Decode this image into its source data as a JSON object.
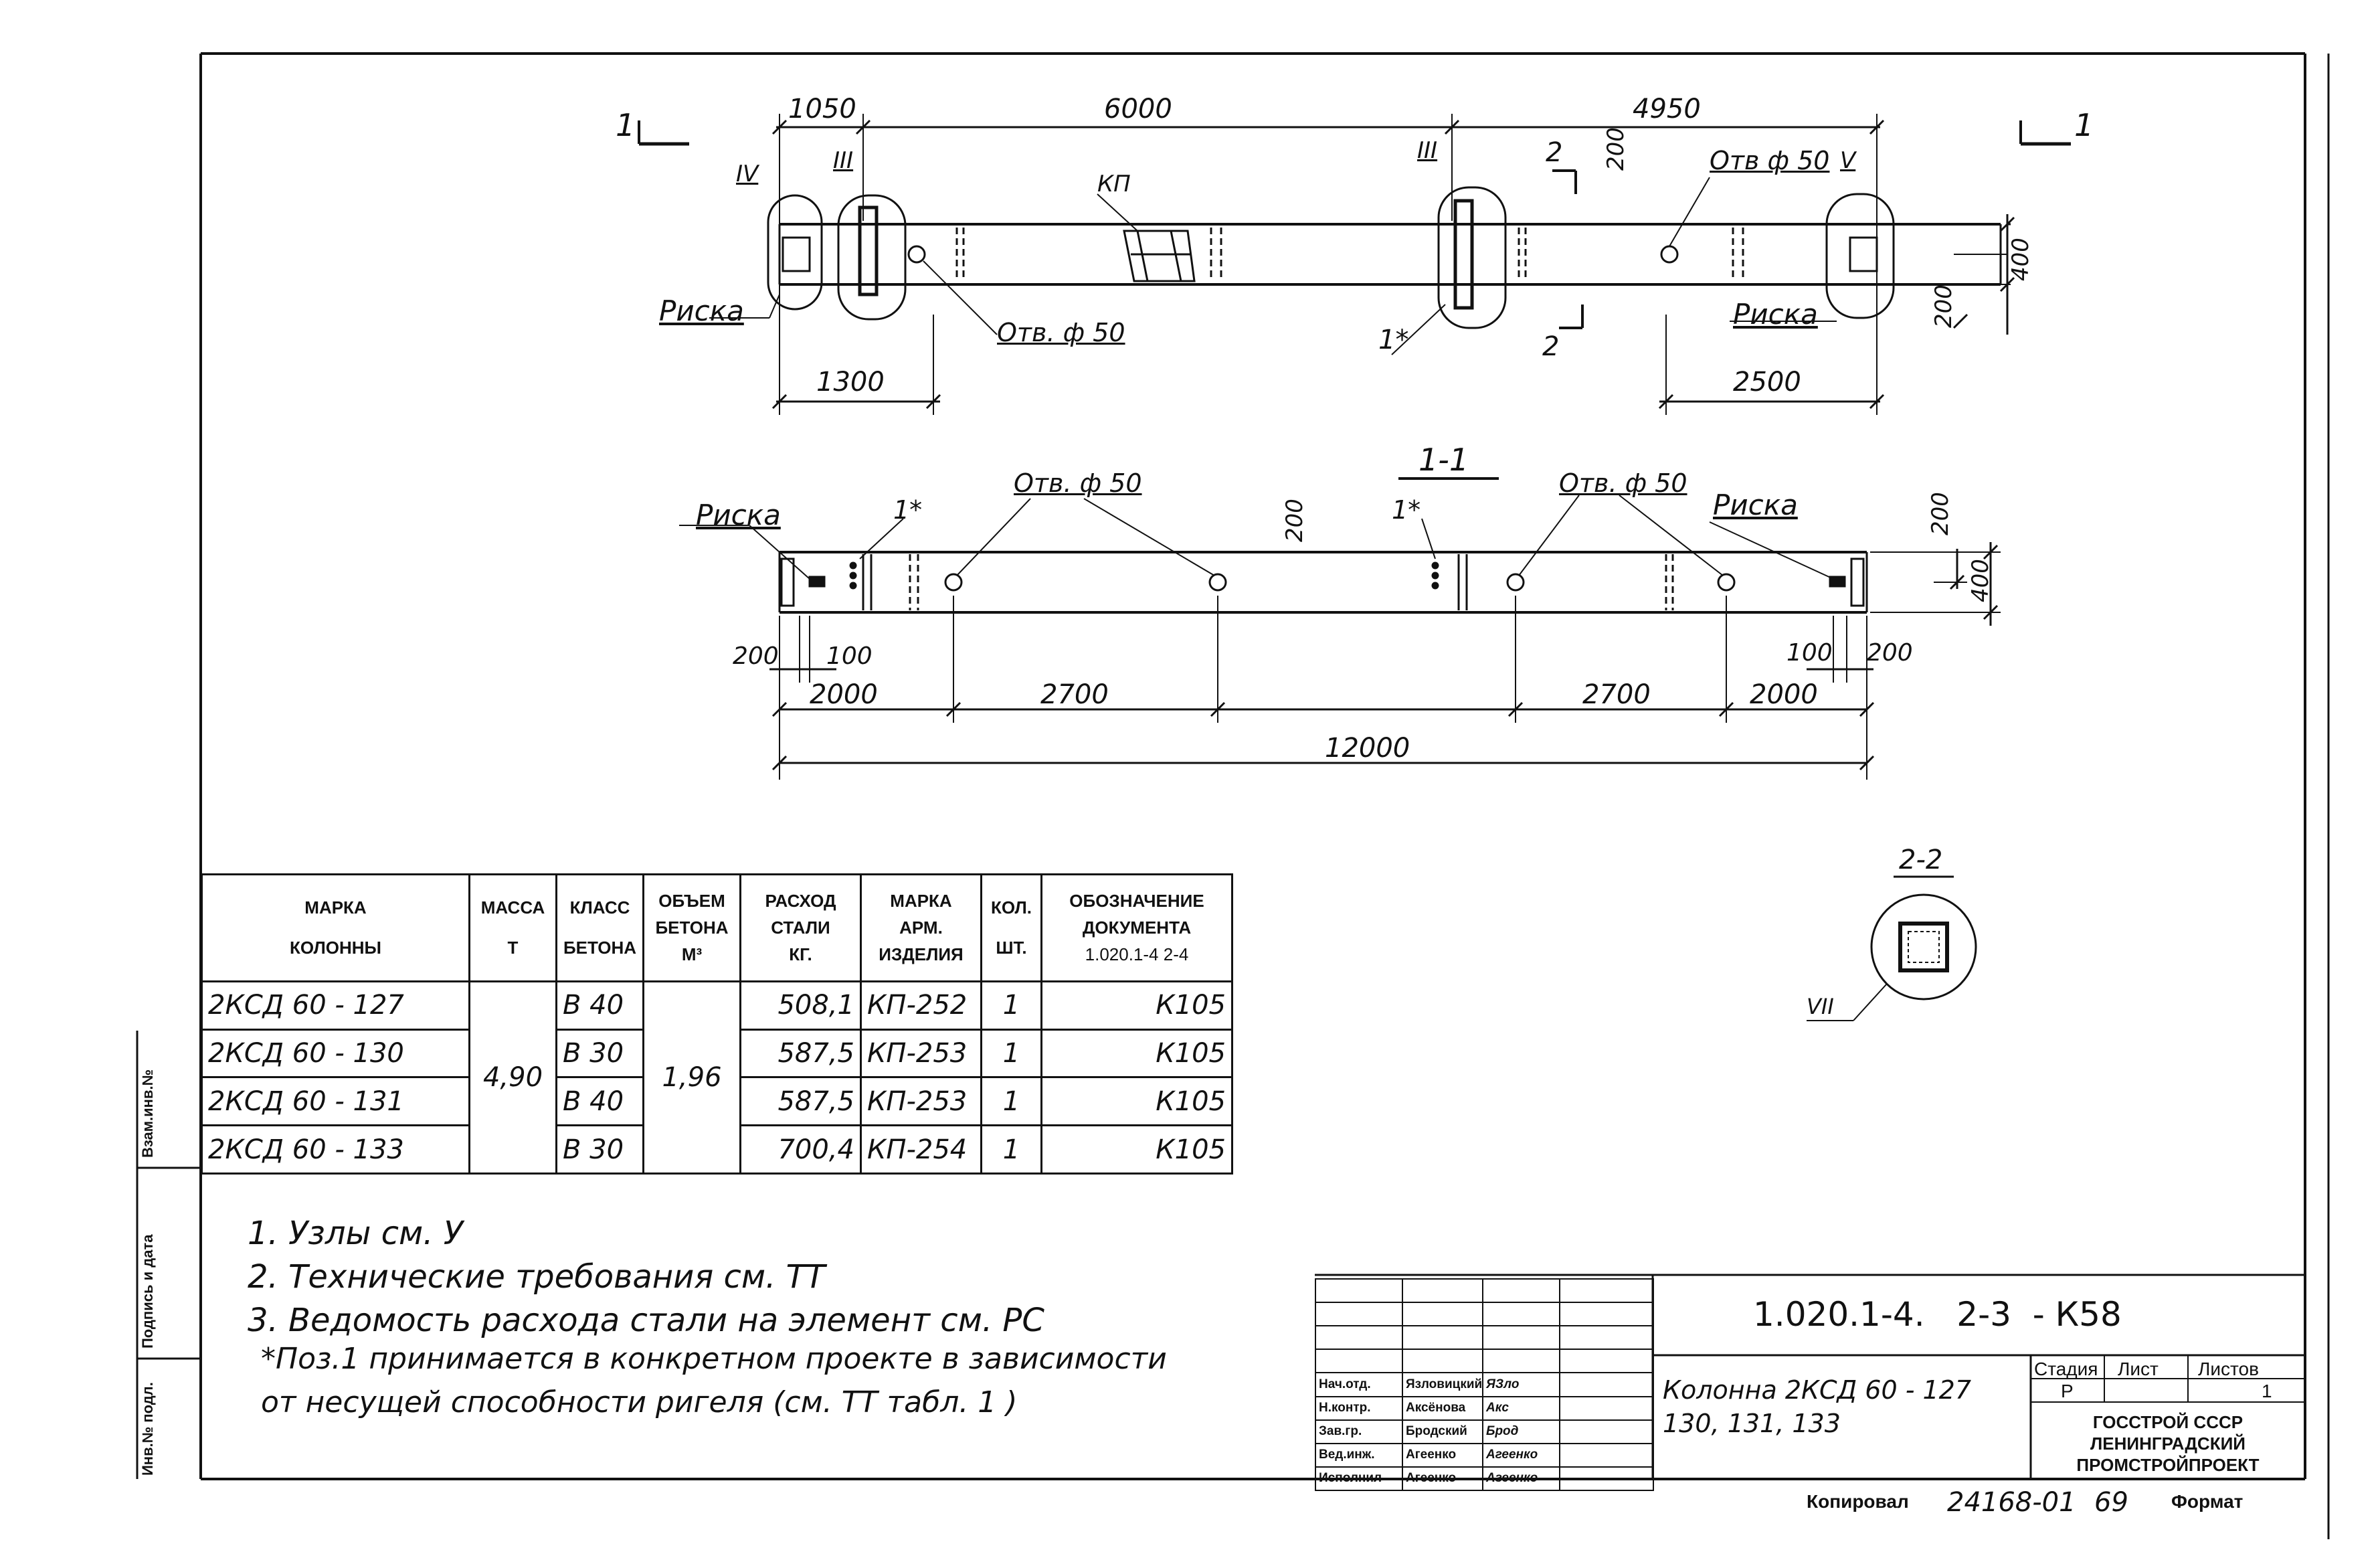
{
  "plan": {
    "section_mark": "1",
    "dims_top": [
      "1050",
      "6000",
      "4950"
    ],
    "dims_bottom": [
      "1300",
      "2500"
    ],
    "dims_right": [
      "200",
      "400",
      "200"
    ],
    "node_iv": "IV",
    "node_iii": "III",
    "node_v": "V",
    "kp": "КП",
    "hole_1": "Отв. ф 50",
    "hole_2": "Отв ф 50",
    "riska": "Риска",
    "pos_1": "1*",
    "section_2": "2"
  },
  "section_1_1": {
    "title": "1-1",
    "riska_left": "Риска",
    "riska_right": "Риска",
    "hole_left": "Отв. ф 50",
    "hole_right": "Отв. ф 50",
    "pos_1": "1*",
    "dims_small": [
      "200",
      "100",
      "100",
      "200"
    ],
    "dims_mid": [
      "2000",
      "2700",
      "2700",
      "2000"
    ],
    "dim_total": "12000",
    "dims_right": [
      "200",
      "200",
      "400"
    ]
  },
  "section_2_2": {
    "title": "2-2",
    "node": "VII"
  },
  "spec_table": {
    "headers": {
      "mark": "МАРКА",
      "mark2": "КОЛОННЫ",
      "mass": "МАССА",
      "mass_unit": "Т",
      "class": "КЛАСС",
      "class2": "БЕТОНА",
      "volume": "ОБЪЕМ",
      "volume2": "БЕТОНА",
      "volume_unit": "М³",
      "steel": "РАСХОД",
      "steel2": "СТАЛИ",
      "steel_unit": "КГ.",
      "arm": "МАРКА",
      "arm2": "АРМ.",
      "arm3": "ИЗДЕЛИЯ",
      "qty": "КОЛ.",
      "qty_unit": "ШТ.",
      "doc": "ОБОЗНАЧЕНИЕ",
      "doc2": "ДОКУМЕНТА",
      "doc3": "1.020.1-4 2-4"
    },
    "mass": "4,90",
    "volume": "1,96",
    "rows": [
      {
        "mark": "2КСД 60 - 127",
        "class": "В 40",
        "steel": "508,1",
        "arm": "КП-252",
        "qty": "1",
        "doc": "К105"
      },
      {
        "mark": "2КСД 60 - 130",
        "class": "В 30",
        "steel": "587,5",
        "arm": "КП-253",
        "qty": "1",
        "doc": "К105"
      },
      {
        "mark": "2КСД 60 - 131",
        "class": "В 40",
        "steel": "587,5",
        "arm": "КП-253",
        "qty": "1",
        "doc": "К105"
      },
      {
        "mark": "2КСД 60 - 133",
        "class": "В 30",
        "steel": "700,4",
        "arm": "КП-254",
        "qty": "1",
        "doc": "К105"
      }
    ]
  },
  "notes": [
    "1. Узлы см. У",
    "2. Технические требования см. ТТ",
    "3. Ведомость расхода стали на элемент см. РС",
    "*Поз.1 принимается в конкретном проекте в зависимости",
    "от несущей способности ригеля (см. ТТ табл. 1 )"
  ],
  "stamp": {
    "code": "1.020.1-4.   2-3  - К58",
    "title_line1": "Колонна 2КСД 60 - 127",
    "title_line2": "130, 131, 133",
    "stage_label": "Стадия",
    "sheet_label": "Лист",
    "sheets_label": "Листов",
    "stage": "Р",
    "sheets": "1",
    "org1": "ГОССТРОЙ СССР",
    "org2": "ЛЕНИНГРАДСКИЙ",
    "org3": "ПРОМСТРОЙПРОЕКТ",
    "people": [
      {
        "role": "Нач.отд.",
        "name": "Язловицкий",
        "sign": "ЯЗло"
      },
      {
        "role": "Н.контр.",
        "name": "Аксёнова",
        "sign": "Акс"
      },
      {
        "role": "Зав.гр.",
        "name": "Бродский",
        "sign": "Брод"
      },
      {
        "role": "Вед.инж.",
        "name": "Агеенко",
        "sign": "Агеенко"
      },
      {
        "role": "Исполнил",
        "name": "Агеенко",
        "sign": "Агеенко"
      }
    ]
  },
  "footer": {
    "copied": "Копировал",
    "number": "24168-01",
    "page": "69",
    "format": "Формат"
  },
  "side_labels": [
    "Взам.инв.№",
    "Подпись и дата",
    "Инв.№ подл."
  ]
}
